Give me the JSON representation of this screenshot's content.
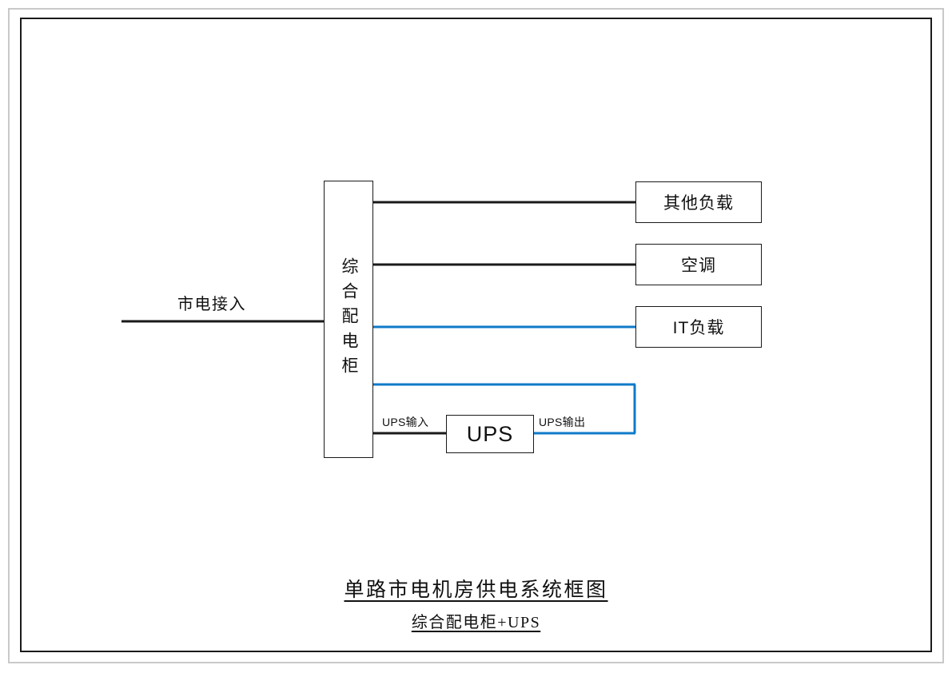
{
  "page": {
    "background": "#ffffff",
    "outer_border_color": "#c9c9c9",
    "frame_color": "#1a1a1a"
  },
  "colors": {
    "wire_black": "#1a1a1a",
    "wire_blue": "#0f7ac8",
    "text": "#111111"
  },
  "diagram": {
    "source": {
      "label": "市电接入"
    },
    "cabinet": {
      "label": "综合配电柜"
    },
    "ups": {
      "label": "UPS",
      "input_label": "UPS输入",
      "output_label": "UPS输出"
    },
    "loads": [
      {
        "id": "load-other",
        "label": "其他负载",
        "feed": "black"
      },
      {
        "id": "load-hvac",
        "label": "空调",
        "feed": "black"
      },
      {
        "id": "load-it",
        "label": "IT负载",
        "feed": "blue"
      }
    ]
  },
  "caption": {
    "line1": "单路市电机房供电系统框图",
    "line2": "综合配电柜+UPS"
  }
}
